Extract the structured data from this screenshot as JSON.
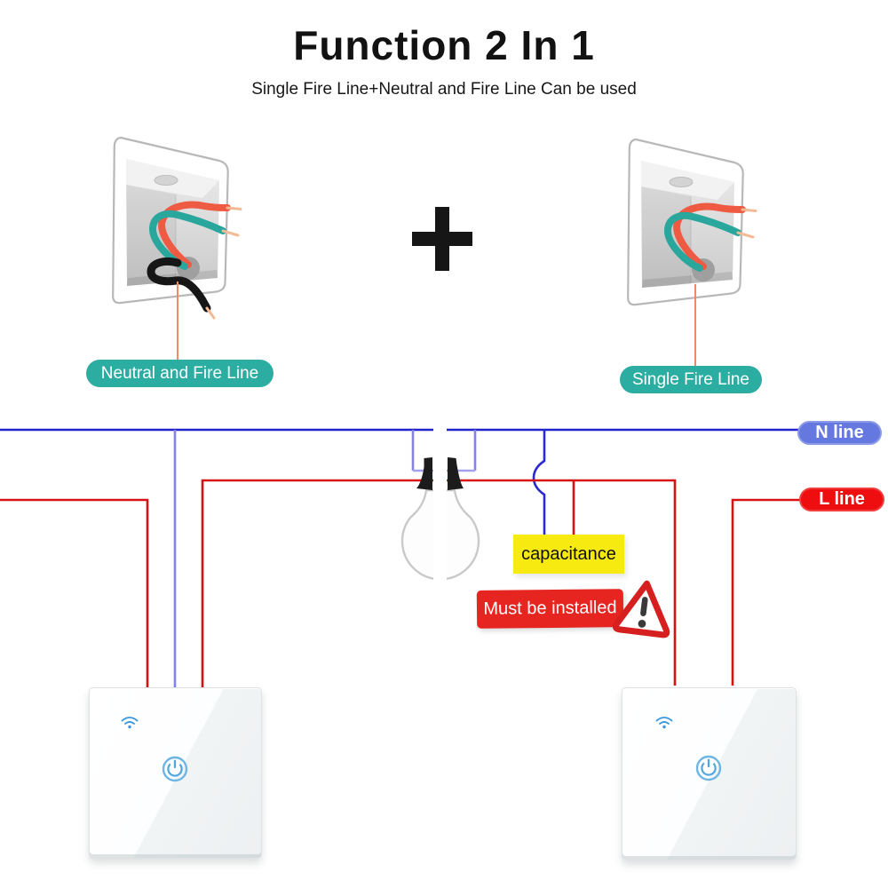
{
  "header": {
    "title": "Function 2 In 1",
    "subtitle": "Single Fire Line+Neutral and Fire Line Can be used"
  },
  "wall_boxes": {
    "left_caption": "Neutral and Fire Line",
    "right_caption": "Single Fire Line",
    "caption_bg": "#2BADA1",
    "plus_sign": "+",
    "live_wire_color": "#EF5A43",
    "neutral_wire_color": "#2AA79D",
    "black_wire_color": "#161616"
  },
  "wiring": {
    "n_line_label": "N line",
    "l_line_label": "L line",
    "n_pill_color": "#6478E0",
    "l_pill_color": "#EE0E10",
    "n_wire_color": "#2222CE",
    "l_wire_color": "#D81212",
    "branch_wire_color": "#8583E6",
    "capacitance_label": "capacitance",
    "capacitance_bg": "#F6EA10",
    "warning_label": "Must be installed",
    "warning_bg": "#E62420"
  }
}
